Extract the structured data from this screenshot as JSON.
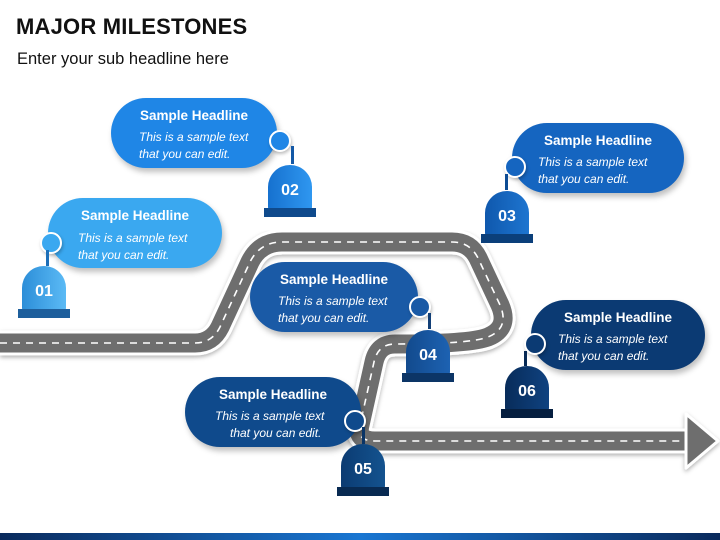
{
  "header": {
    "title": "MAJOR MILESTONES",
    "subtitle": "Enter your sub headline here"
  },
  "milestones": [
    {
      "number": "01",
      "headline": "Sample Headline",
      "text_line1": "This is a sample text",
      "text_line2": "that you can edit.",
      "color": "#3aa8f0"
    },
    {
      "number": "02",
      "headline": "Sample Headline",
      "text_line1": "This is a sample text",
      "text_line2": "that you can edit.",
      "color": "#1f86e6"
    },
    {
      "number": "03",
      "headline": "Sample Headline",
      "text_line1": "This is a sample text",
      "text_line2": "that you can edit.",
      "color": "#1565c0"
    },
    {
      "number": "04",
      "headline": "Sample Headline",
      "text_line1": "This is a sample text",
      "text_line2": "that you can edit.",
      "color": "#1a5aa6"
    },
    {
      "number": "05",
      "headline": "Sample Headline",
      "text_line1": "This is a sample text",
      "text_line2": "that you can edit.",
      "color": "#0f4a8c"
    },
    {
      "number": "06",
      "headline": "Sample Headline",
      "text_line1": "This is a sample text",
      "text_line2": "that you can edit.",
      "color": "#0b3a73"
    }
  ],
  "colors": {
    "road": "#6e6e6e",
    "road_edge": "#ffffff",
    "road_dash": "#ffffff",
    "accent_bar": "#1976d2"
  }
}
